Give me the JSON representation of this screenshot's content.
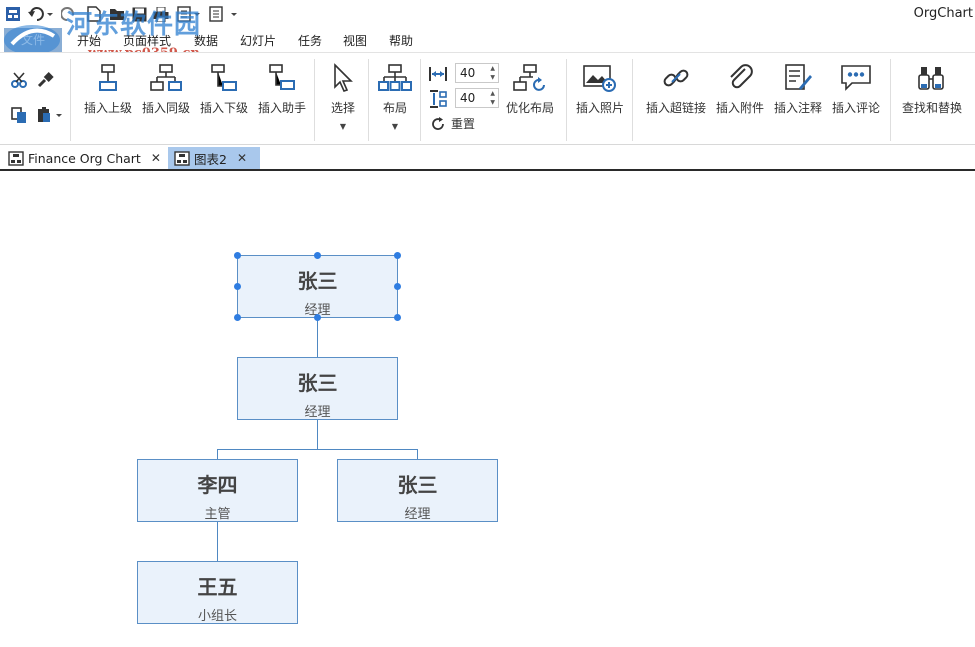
{
  "app": {
    "title": "OrgChart"
  },
  "watermark": {
    "title": "河东软件园",
    "url": "www.pc0359.cn"
  },
  "menu": {
    "file": "文件",
    "items": [
      "开始",
      "页面样式",
      "数据",
      "幻灯片",
      "任务",
      "视图",
      "帮助"
    ]
  },
  "ribbon": {
    "insert_superior": "插入上级",
    "insert_peer": "插入同级",
    "insert_subordinate": "插入下级",
    "insert_assistant": "插入助手",
    "select": "选择",
    "layout": "布局",
    "spacing_horizontal": "40",
    "spacing_vertical": "40",
    "reset": "重置",
    "optimize_layout": "优化布局",
    "insert_photo": "插入照片",
    "insert_hyperlink": "插入超链接",
    "insert_attachment": "插入附件",
    "insert_note": "插入注释",
    "insert_comment": "插入评论",
    "find_replace": "查找和替换"
  },
  "tabs": [
    {
      "label": "Finance Org Chart",
      "active": false
    },
    {
      "label": "图表2",
      "active": true
    }
  ],
  "chart": {
    "nodes": [
      {
        "name": "张三",
        "title": "经理",
        "selected": true
      },
      {
        "name": "张三",
        "title": "经理",
        "selected": false
      },
      {
        "name": "李四",
        "title": "主管",
        "selected": false
      },
      {
        "name": "张三",
        "title": "经理",
        "selected": false
      },
      {
        "name": "王五",
        "title": "小组长",
        "selected": false
      }
    ]
  },
  "colors": {
    "accent": "#2b6cb3",
    "node_fill": "#eaf2fb",
    "node_border": "#5a8fc6",
    "selection_handle": "#2f7de1",
    "active_tab": "#a9c8ec"
  }
}
